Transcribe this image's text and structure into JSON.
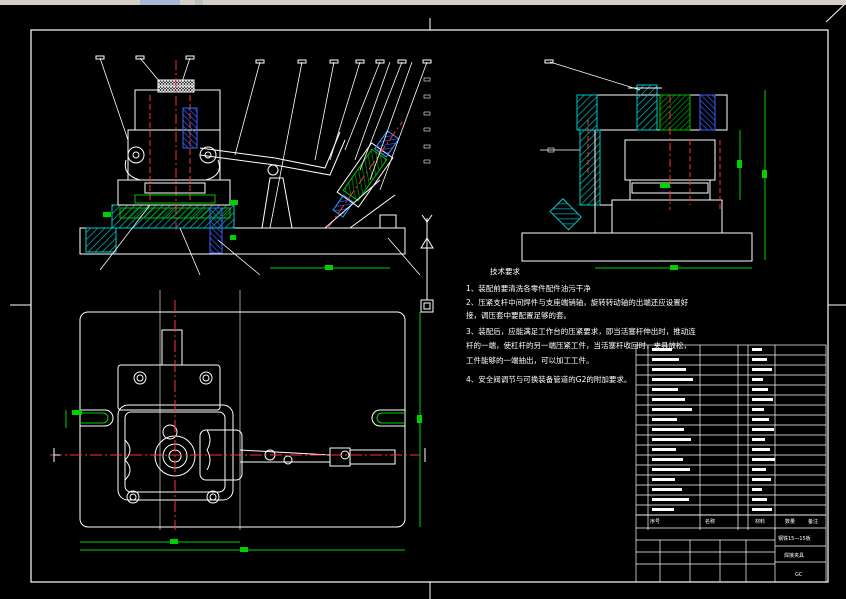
{
  "window": {
    "toolbar_hint": ""
  },
  "notes": {
    "title": "技术要求",
    "lines": [
      "1、装配前要清洗各零件配件油污干净",
      "2、压紧支杆中间焊件与支座端销轴，旋转转动轴的出端还应设置好",
      "接，调压套中要配置足够的套。",
      "3、装配后，应能满足工作台的压紧要求，即当活塞杆伸出时，推动连",
      "杆的一端，使杠杆的另一端压紧工件，当活塞杆收回时，夹具放松，",
      "工件能够的一端抽出，可以加工工件。",
      "4、安全阀调节与可换装备管道的G2的附加要求。"
    ]
  },
  "title_block": {
    "name": "焊接夹具",
    "code": "GC",
    "cols": [
      "序号",
      "名称",
      "材料",
      "数量",
      "备注"
    ],
    "subtitle": "钢铁15—15板"
  },
  "colors": {
    "bg": "#000000",
    "line": "#ffffff",
    "green": "#00d000",
    "red": "#ff3030",
    "blue": "#4a6cff",
    "cyan": "#20d0ff",
    "yellow": "#ffff40",
    "hatch": "#00c8c8"
  }
}
